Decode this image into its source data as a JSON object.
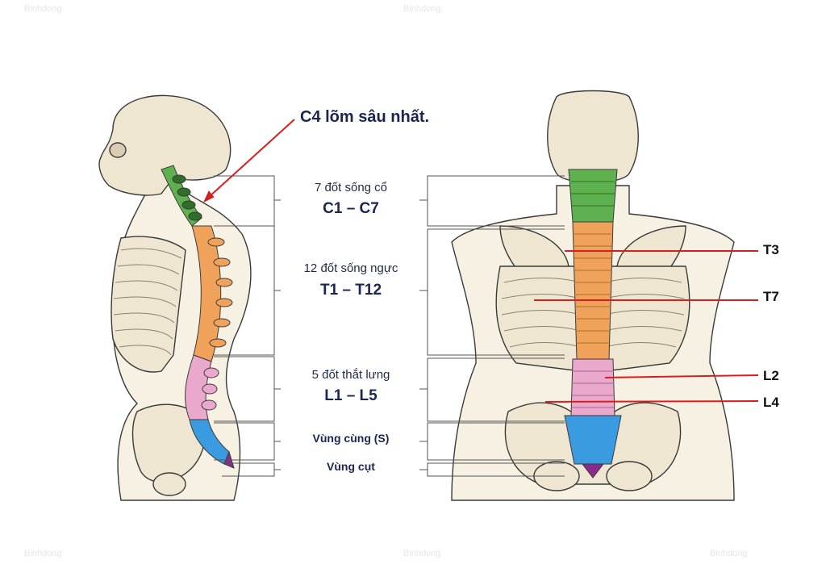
{
  "callout": "C4 lõm sâu nhất.",
  "groups": [
    {
      "desc": "7 đốt sống cổ",
      "range": "C1 – C7"
    },
    {
      "desc": "12 đốt sống ngực",
      "range": "T1 – T12"
    },
    {
      "desc": "5 đốt thắt lưng",
      "range": "L1 – L5"
    }
  ],
  "sacral": "Vùng cùng (S)",
  "coccyx": "Vùng cụt",
  "vertebra_labels": [
    "T3",
    "T7",
    "L2",
    "L4"
  ],
  "watermark": "Binhdong",
  "colors": {
    "cervical": "#5fb14f",
    "thoracic": "#f0a25a",
    "lumbar": "#e9a8cc",
    "sacrum": "#3a9be0",
    "coccyx": "#8a2a8a",
    "bone": "#efe6d2",
    "outline": "#3a3a3a",
    "pointer": "#d62020"
  }
}
